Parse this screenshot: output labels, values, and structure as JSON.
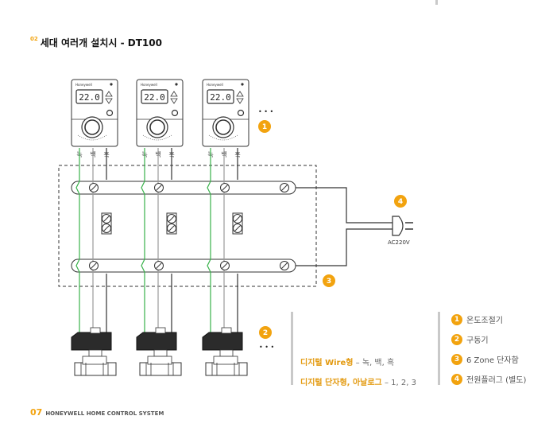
{
  "section": {
    "number": "02",
    "title": "세대 여러개 설치시 - DT100"
  },
  "thermostat": {
    "brand": "Honeywell",
    "display": "22.0"
  },
  "wire_labels": [
    "녹",
    "백",
    "흑"
  ],
  "power_label": "AC220V",
  "markers": [
    "1",
    "2",
    "3",
    "4"
  ],
  "ellipsis": "• • •",
  "wiring_notes": {
    "digital_wire": {
      "label": "디지털 Wire형",
      "suffix": " – 녹, 백, 흑"
    },
    "digital_terminal": {
      "label": "디지털 단자형, 아날로그",
      "suffix": " – 1, 2, 3"
    }
  },
  "legend": [
    {
      "num": "1",
      "label": "온도조절기"
    },
    {
      "num": "2",
      "label": "구동기"
    },
    {
      "num": "3",
      "label": "6 Zone 단자함"
    },
    {
      "num": "4",
      "label": "전원플러그 (별도)"
    }
  ],
  "footer": {
    "page": "07",
    "text": "HONEYWELL HOME CONTROL SYSTEM"
  },
  "colors": {
    "accent": "#f2a30f",
    "wire_green": "#38b24a",
    "wire_white": "#9a9a9a",
    "wire_black": "#333333"
  }
}
